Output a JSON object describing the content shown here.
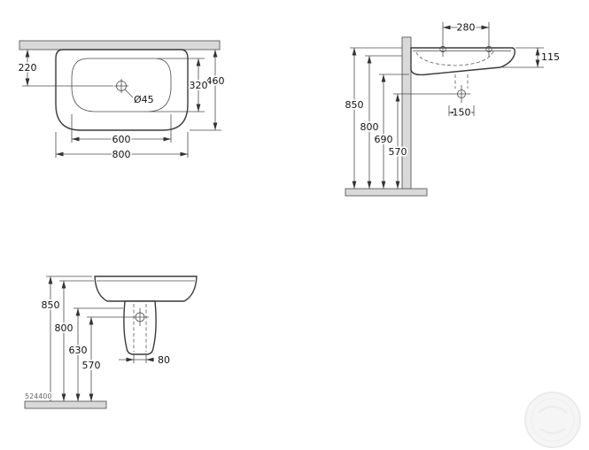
{
  "part_number": "524400",
  "plan_view": {
    "taphole_offset": "220",
    "outer_depth": "460",
    "bowl_depth": "320",
    "bowl_width": "600",
    "outer_width": "800",
    "drain_diameter": "Ø45"
  },
  "side_view": {
    "hole_spacing": "280",
    "rim_thickness": "115",
    "rim_height": "850",
    "rear_height": "800",
    "underside_height": "690",
    "outlet_height": "570",
    "outlet_spacing": "150"
  },
  "front_view": {
    "rim_height": "850",
    "underside_height": "800",
    "cover_height": "630",
    "outlet_height": "570",
    "pipe_width": "80"
  }
}
